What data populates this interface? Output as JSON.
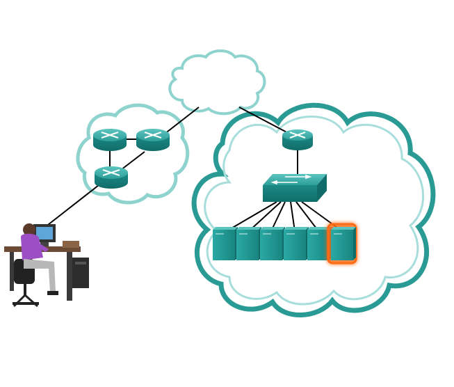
{
  "diagram": {
    "clouds": [
      {
        "id": "internet-cloud",
        "style": "light"
      },
      {
        "id": "isp-cloud",
        "style": "light-teal"
      },
      {
        "id": "datacenter-cloud",
        "style": "dark-teal"
      }
    ],
    "devices": [
      {
        "id": "isp-router-top-left",
        "kind": "router"
      },
      {
        "id": "isp-router-top-right",
        "kind": "router"
      },
      {
        "id": "isp-router-bottom",
        "kind": "router"
      },
      {
        "id": "datacenter-router",
        "kind": "router"
      },
      {
        "id": "datacenter-switch",
        "kind": "switch"
      },
      {
        "id": "server-1",
        "kind": "server"
      },
      {
        "id": "server-2",
        "kind": "server"
      },
      {
        "id": "server-3",
        "kind": "server"
      },
      {
        "id": "server-4",
        "kind": "server"
      },
      {
        "id": "server-5",
        "kind": "server"
      },
      {
        "id": "server-6",
        "kind": "server",
        "highlighted": true
      },
      {
        "id": "user-workstation",
        "kind": "user-at-desk"
      }
    ],
    "highlight_color": "#ff6a13",
    "device_color": "#1f9a96",
    "cloud_color": "#2a9a94",
    "link_color": "#000000"
  }
}
